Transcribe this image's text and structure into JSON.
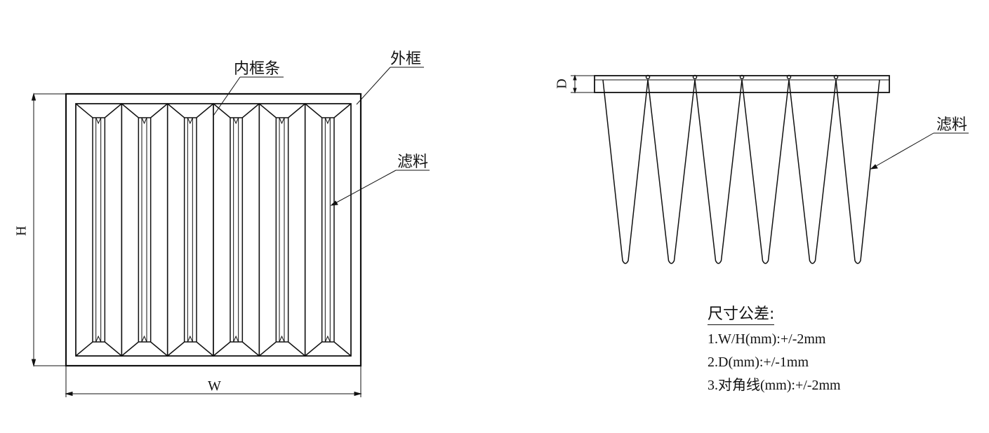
{
  "front_view": {
    "labels": {
      "inner_bar": "内框条",
      "outer_frame": "外框",
      "filter_media": "滤料"
    },
    "dimensions": {
      "height": "H",
      "width": "W"
    },
    "pocket_count": 6
  },
  "side_view": {
    "labels": {
      "depth": "D",
      "filter_media": "滤料"
    },
    "pocket_count": 6
  },
  "tolerance": {
    "title": "尺寸公差:",
    "items": [
      "1.W/H(mm):+/-2mm",
      "2.D(mm):+/-1mm",
      "3.对角线(mm):+/-2mm"
    ]
  },
  "colors": {
    "line": "#111111",
    "background": "#ffffff"
  }
}
